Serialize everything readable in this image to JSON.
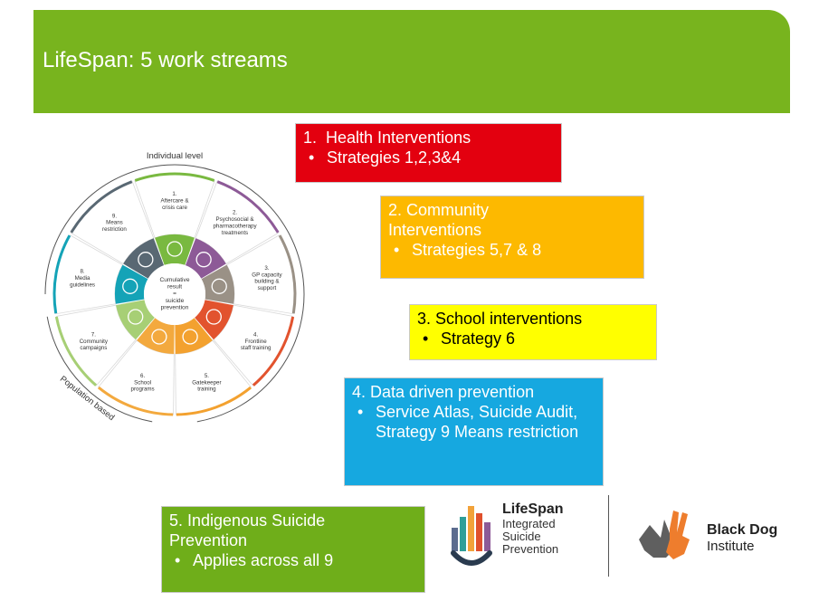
{
  "header": {
    "title": "LifeSpan: 5 work streams"
  },
  "wheel": {
    "top_label": "Individual level",
    "bottom_label": "Population based",
    "center": [
      "Cumulative",
      "result",
      "=",
      "suicide",
      "prevention"
    ],
    "segments": [
      {
        "lines": [
          "1.",
          "Aftercare &",
          "crisis care"
        ],
        "color": "#79b940"
      },
      {
        "lines": [
          "2.",
          "Psychosocial &",
          "pharmacotherapy",
          "treatments"
        ],
        "color": "#8d5a97"
      },
      {
        "lines": [
          "3.",
          "GP capacity",
          "building &",
          "support"
        ],
        "color": "#9a9186"
      },
      {
        "lines": [
          "4.",
          "Frontline",
          "staff training"
        ],
        "color": "#e2532e"
      },
      {
        "lines": [
          "5.",
          "Gatekeeper",
          "training"
        ],
        "color": "#f3a12f"
      },
      {
        "lines": [
          "6.",
          "School",
          "programs"
        ],
        "color": "#f3a93e"
      },
      {
        "lines": [
          "7.",
          "Community",
          "campaigns"
        ],
        "color": "#a7cf75"
      },
      {
        "lines": [
          "8.",
          "Media",
          "guidelines"
        ],
        "color": "#14a3b7"
      },
      {
        "lines": [
          "9.",
          "Means",
          "restriction"
        ],
        "color": "#596873"
      }
    ]
  },
  "boxes": {
    "b1": {
      "title": "1.  Health Interventions",
      "items": [
        "Strategies 1,2,3&4"
      ]
    },
    "b2": {
      "title": "2. Community Interventions",
      "items": [
        "Strategies 5,7 & 8"
      ]
    },
    "b3": {
      "title": "3. School interventions",
      "items": [
        "Strategy 6"
      ]
    },
    "b4": {
      "title": "4. Data driven prevention",
      "items": [
        "Service Atlas, Suicide Audit, Strategy 9 Means restriction"
      ]
    },
    "b5": {
      "title": "5. Indigenous Suicide Prevention",
      "items": [
        "Applies across all 9"
      ]
    }
  },
  "logos": {
    "lifespan": {
      "name": "LifeSpan",
      "line1": "Integrated",
      "line2": "Suicide",
      "line3": "Prevention"
    },
    "blackdog": {
      "name": "Black Dog",
      "line2": "Institute"
    }
  }
}
